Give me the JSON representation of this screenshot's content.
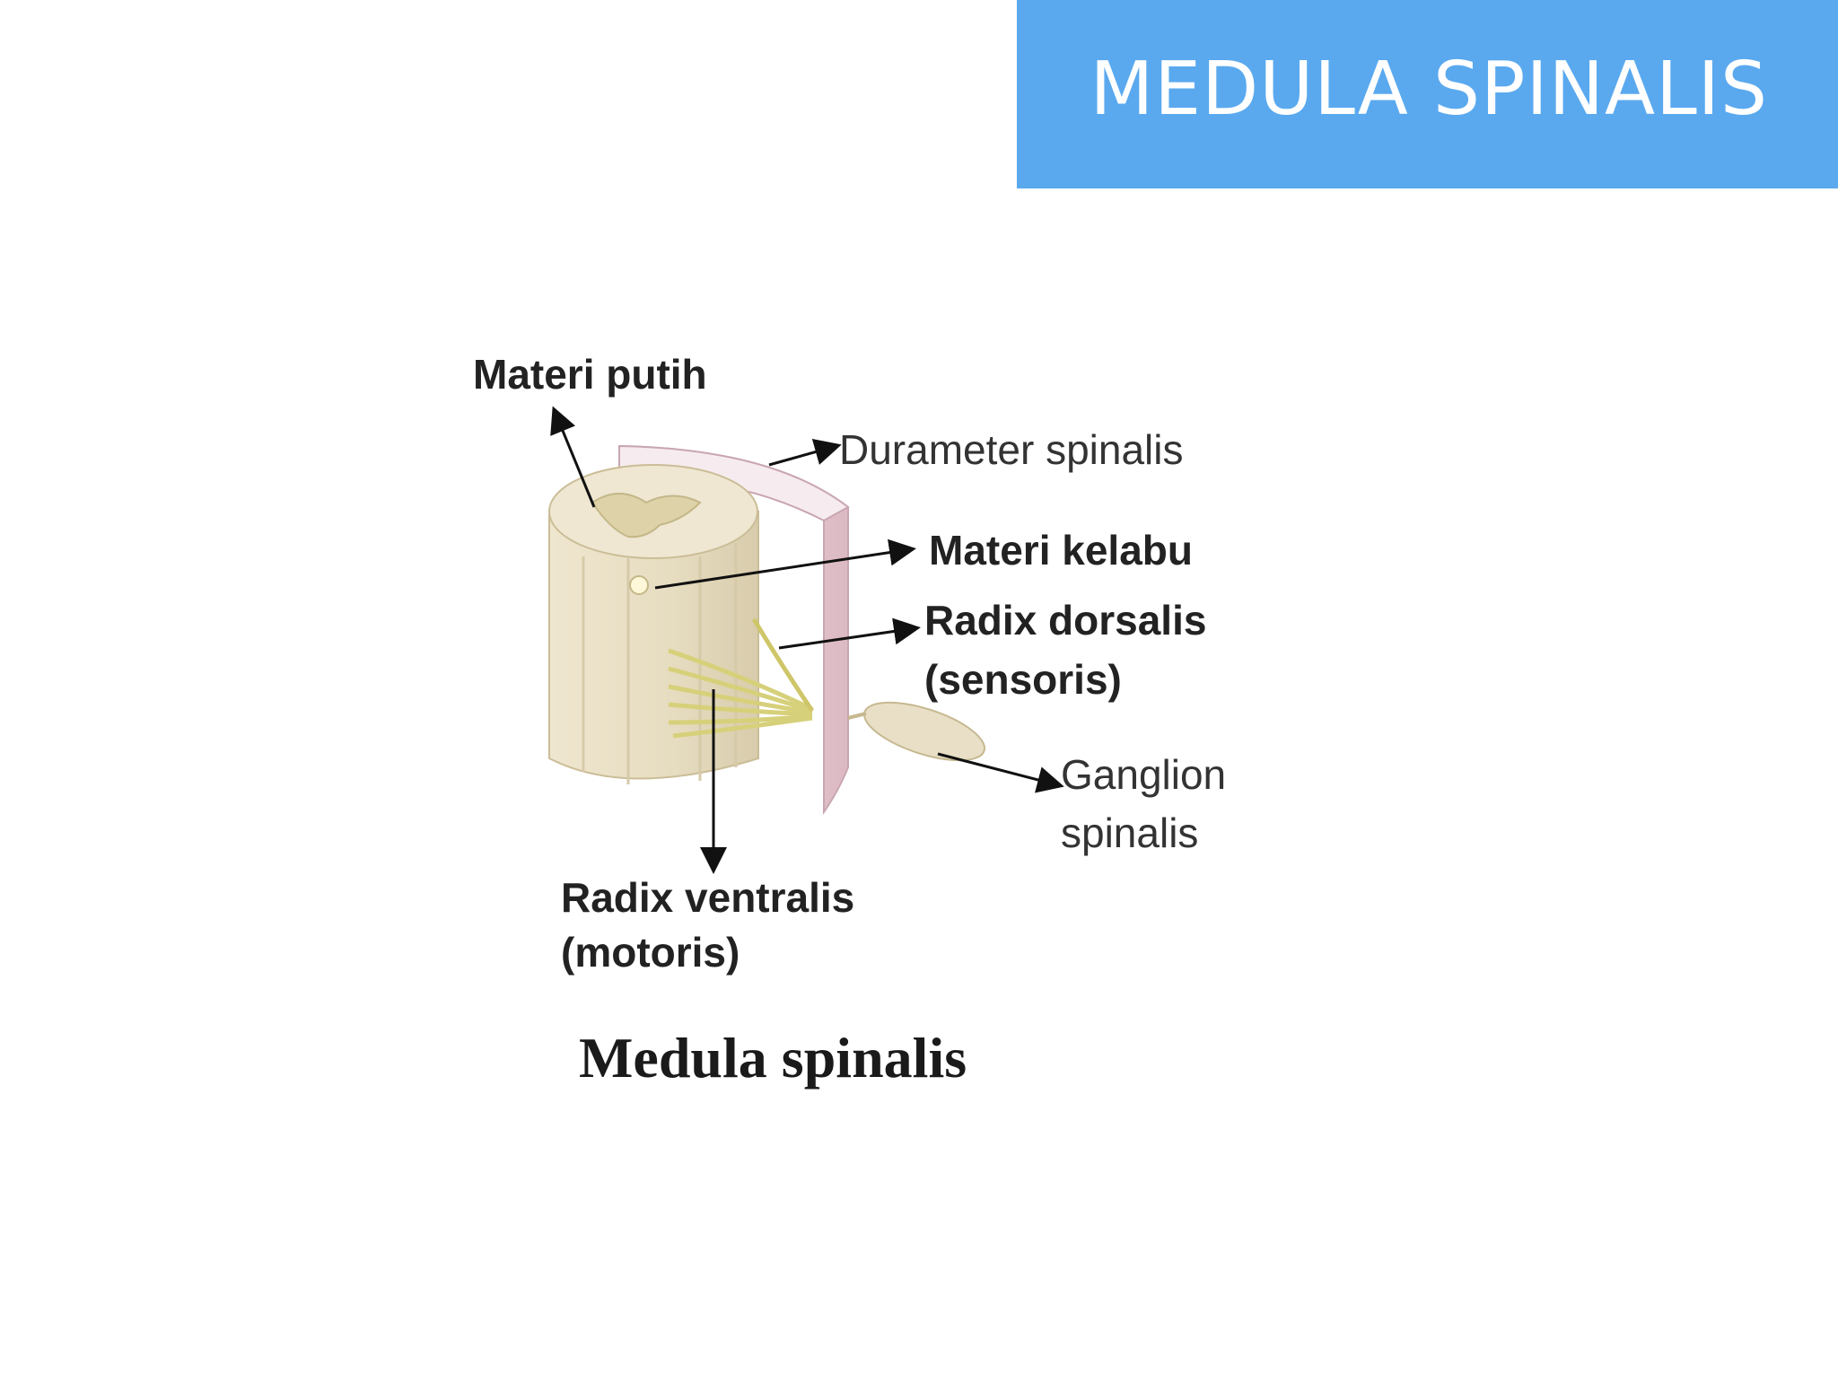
{
  "slide": {
    "title": "MEDULA SPINALIS",
    "title_bg_color": "#5aa9ef"
  },
  "diagram": {
    "labels": {
      "materi_putih": "Materi putih",
      "durameter_spinalis": "Durameter spinalis",
      "materi_kelabu": "Materi kelabu",
      "radix_dorsalis_line1": "Radix dorsalis",
      "radix_dorsalis_line2": "(sensoris)",
      "ganglion_line1": "Ganglion",
      "ganglion_line2": "spinalis",
      "radix_ventralis_line1": "Radix ventralis",
      "radix_ventralis_line2": "(motoris)"
    },
    "caption": "Medula spinalis"
  }
}
